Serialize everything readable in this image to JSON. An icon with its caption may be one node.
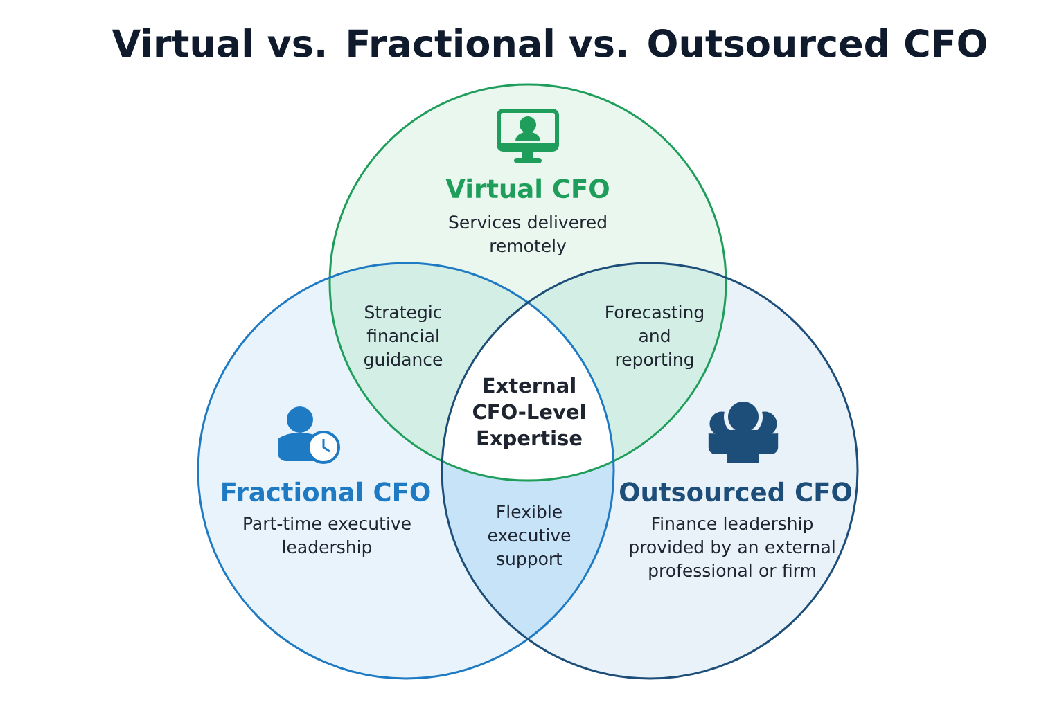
{
  "diagram": {
    "title": "Virtual vs. Fractional vs. Outsourced CFO",
    "nodes": [
      {
        "text": [
          "Virtual CFO",
          "Services delivered remotely"
        ]
      },
      {
        "text": [
          "Fractional CFO",
          "Part-time executive leadership"
        ]
      },
      {
        "text": [
          "Outsourced CFO",
          "Finance leadership provided by an external professional or firm"
        ]
      }
    ],
    "edges": [],
    "labels": [
      "Strategic financial guidance",
      "Forecasting and reporting",
      "External CFO-Level Expertise",
      "Flexible executive support"
    ]
  }
}
